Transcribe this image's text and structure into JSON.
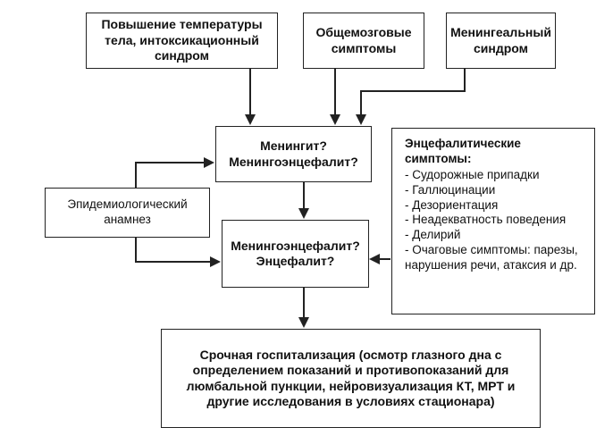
{
  "boxes": {
    "fever": "Повышение температуры тела, интоксикационный синдром",
    "cerebral": "Общемозговые симптомы",
    "meningeal": "Менингеальный синдром",
    "meningitis_q": "Менингит? Менингоэнцефалит?",
    "epidemiology": "Эпидемиологический анамнез",
    "encephalitis_q": "Менингоэнцефалит? Энцефалит?",
    "hospitalization": "Срочная госпитализация (осмотр глазного дна с определением показаний и противопоказаний для люмбальной пункции, нейровизуализация КТ, МРТ и другие исследования в условиях стационара)"
  },
  "encephalitic": {
    "title": "Энцефалитические симптомы:",
    "items": [
      "- Судорожные припадки",
      "- Галлюцинации",
      "- Дезориентация",
      "- Неадекватность поведения",
      "- Делирий",
      "- Очаговые симптомы: парезы, нарушения речи, атаксия и др."
    ]
  }
}
